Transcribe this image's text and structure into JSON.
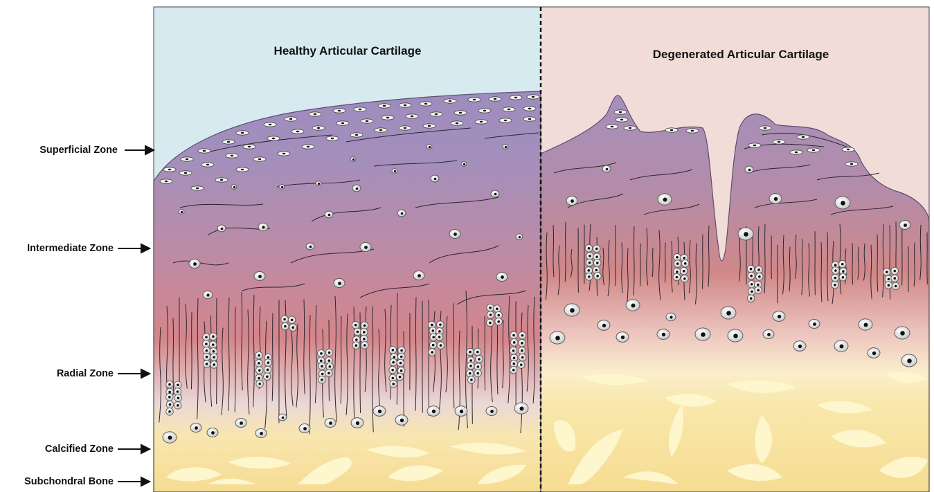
{
  "panels": {
    "healthy_title": "Healthy Articular Cartilage",
    "degenerated_title": "Degenerated Articular Cartilage"
  },
  "zones": [
    {
      "key": "superficial",
      "label": "Superficial Zone"
    },
    {
      "key": "intermediate",
      "label": "Intermediate Zone"
    },
    {
      "key": "radial",
      "label": "Radial Zone"
    },
    {
      "key": "calcified",
      "label": "Calcified Zone"
    },
    {
      "key": "subchondral",
      "label": "Subchondral Bone"
    }
  ],
  "colors": {
    "healthy_background": "#d6eaf0",
    "degenerated_background": "#f1dcd8",
    "cartilage_top": "#a48fbb",
    "cartilage_mid": "#c28a99",
    "cartilage_radial": "#d4868a",
    "calcified": "#ead8c8",
    "bone": "#f9e6a8",
    "trabecular_bone": "#fff6c8",
    "divider": "#111111"
  }
}
